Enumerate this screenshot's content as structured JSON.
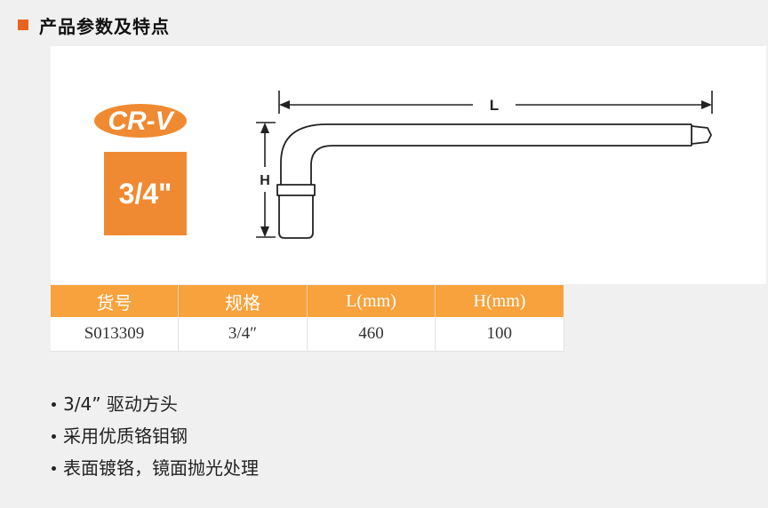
{
  "section": {
    "title": "产品参数及特点"
  },
  "badges": {
    "material": "CR-V",
    "drive_size": "3/4\""
  },
  "diagram": {
    "length_label": "L",
    "height_label": "H"
  },
  "table": {
    "headers": [
      "货号",
      "规格",
      "L(mm)",
      "H(mm)"
    ],
    "rows": [
      [
        "S013309",
        "3/4″",
        "460",
        "100"
      ]
    ]
  },
  "features": [
    "3/4” 驱动方头",
    "采用优质铬钼钢",
    "表面镀铬，镜面抛光处理"
  ],
  "colors": {
    "accent": "#e8641e",
    "table_header": "#f7a23c",
    "badge": "#ef8a32"
  }
}
